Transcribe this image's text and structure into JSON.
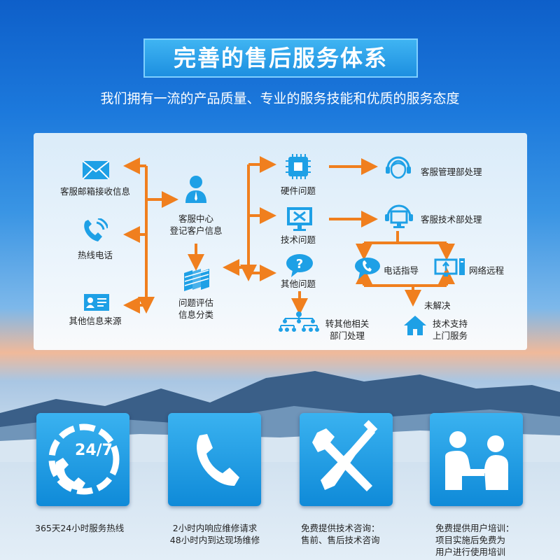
{
  "title": "完善的售后服务体系",
  "subtitle": "我们拥有一流的产品质量、专业的服务技能和优质的服务态度",
  "flow": {
    "sources": [
      "客服邮箱接收信息",
      "热线电话",
      "其他信息来源"
    ],
    "center": [
      "客服中心",
      "登记客户信息"
    ],
    "evaluate": [
      "问题评估",
      "信息分类"
    ],
    "problems": [
      "硬件问题",
      "技术问题",
      "其他问题"
    ],
    "mgmt": "客服管理部处理",
    "tech": "客服技术部处理",
    "phone_guide": "电话指导",
    "remote": "网络远程",
    "unresolved": "未解决",
    "onsite": [
      "技术支持",
      "上门服务"
    ],
    "transfer": [
      "转其他相关",
      "部门处理"
    ]
  },
  "features": [
    {
      "icon": "24-7-phone-icon",
      "lines": [
        "365天24小时服务热线"
      ],
      "badge": "24/7"
    },
    {
      "icon": "phone-icon",
      "lines": [
        "2小时内响应维修请求",
        "48小时内到达现场维修"
      ]
    },
    {
      "icon": "tools-icon",
      "lines": [
        "免费提供技术咨询：",
        "售前、售后技术咨询"
      ]
    },
    {
      "icon": "training-icon",
      "lines": [
        "免费提供用户培训：",
        "项目实施后免费为",
        "用户进行使用培训"
      ]
    }
  ],
  "colors": {
    "accent": "#1ea0e6",
    "arrow": "#f07f1e"
  }
}
